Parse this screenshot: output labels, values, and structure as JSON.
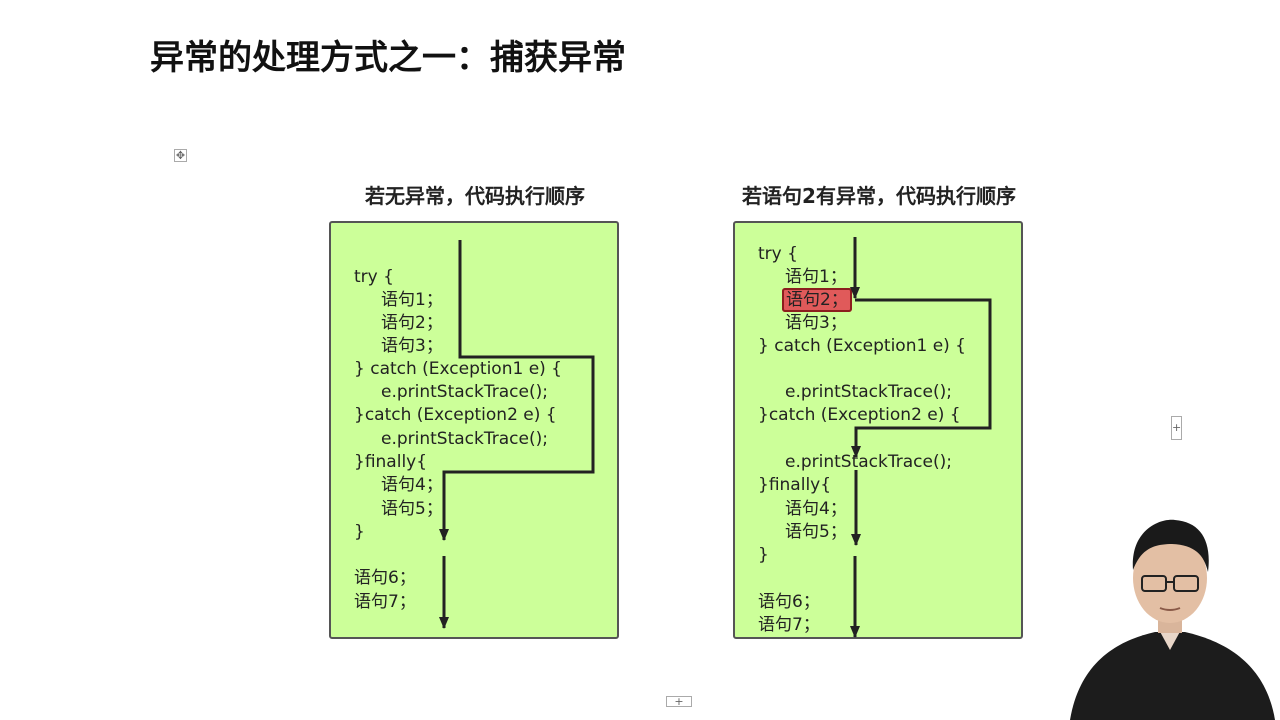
{
  "title": "异常的处理方式之一：捕获异常",
  "left_panel": {
    "caption": "若无异常，代码执行顺序",
    "lines": [
      "try {",
      "语句1；",
      "语句2；",
      "语句3；",
      "} catch (Exception1 e) {",
      "e.printStackTrace();",
      "}catch (Exception2 e) {",
      "e.printStackTrace();",
      "}finally{",
      "语句4；",
      "语句5；",
      "}",
      "语句6；",
      "语句7；"
    ]
  },
  "right_panel": {
    "caption": "若语句2有异常，代码执行顺序",
    "lines": [
      "try {",
      "语句1；",
      "语句2；",
      "语句3；",
      "} catch (Exception1 e) {",
      "e.printStackTrace();",
      "}catch (Exception2 e) {",
      "e.printStackTrace();",
      "}finally{",
      "语句4；",
      "语句5；",
      "}",
      "语句6；",
      "语句7；"
    ],
    "highlight_color": "#e05a5a"
  },
  "colors": {
    "panel_background": "#ccff99",
    "arrow": "#222222"
  },
  "icons": {
    "move_handle": "move-icon",
    "resize_handle": "plus-icon"
  }
}
